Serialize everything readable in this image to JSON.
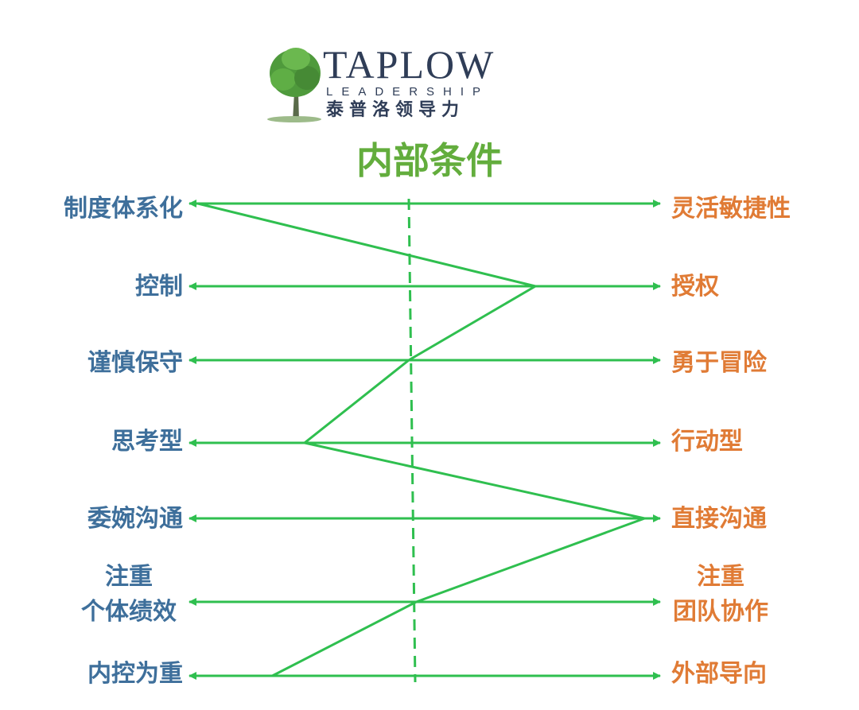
{
  "logo": {
    "brand": "TAPLOW",
    "sub": "LEADERSHIP",
    "cn": "泰普洛领导力"
  },
  "title": "内部条件",
  "rows": [
    {
      "left": "制度体系化",
      "right": "灵活敏捷性",
      "value": -0.85
    },
    {
      "left": "控制",
      "right": "授权",
      "value": 0.51
    },
    {
      "left": "谨慎保守",
      "right": "勇于冒险",
      "value": 0.0
    },
    {
      "left": "思考型",
      "right": "行动型",
      "value": -0.42
    },
    {
      "left": "委婉沟通",
      "right": "直接沟通",
      "value": 0.95
    },
    {
      "left_line1": "注重",
      "left_line2": "个体绩效",
      "right_line1": "注重",
      "right_line2": "团队协作",
      "value": 0.03
    },
    {
      "left": "内控为重",
      "right": "外部导向",
      "value": -0.55
    }
  ],
  "colors": {
    "line": "#2fbf4f",
    "left_label": "#3e6f9b",
    "right_label": "#e07b35",
    "title": "#63ad3d",
    "logo": "#2f3d57"
  }
}
